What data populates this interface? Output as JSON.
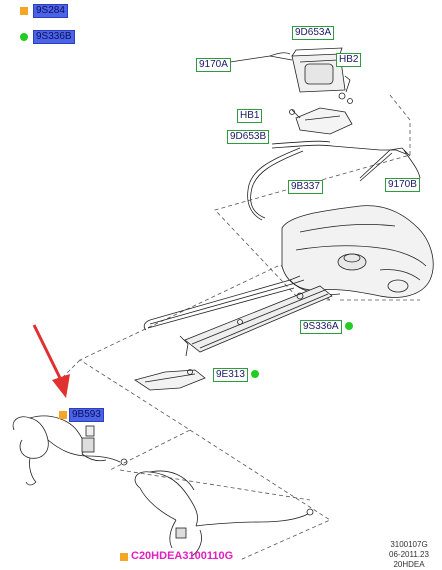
{
  "legend": {
    "square_label": "9S284",
    "circle_label": "9S336B"
  },
  "labels": {
    "p_9d653a": "9D653A",
    "p_9170a": "9170A",
    "p_hb2": "HB2",
    "p_hb1": "HB1",
    "p_9d653b": "9D653B",
    "p_9b337": "9B337",
    "p_9170b": "9170B",
    "p_9s336a": "9S336A",
    "p_9e313": "9E313",
    "p_9b593": "9B593"
  },
  "bottom_label": "C20HDEA3100110G",
  "footer": {
    "line1": "3100107G",
    "line2": "06-2011.23",
    "line3": "20HDEA"
  },
  "colors": {
    "square_marker": "#f5a623",
    "circle_marker": "#22cc22",
    "arrow": "#e03030",
    "magenta_text": "#e020c0"
  }
}
